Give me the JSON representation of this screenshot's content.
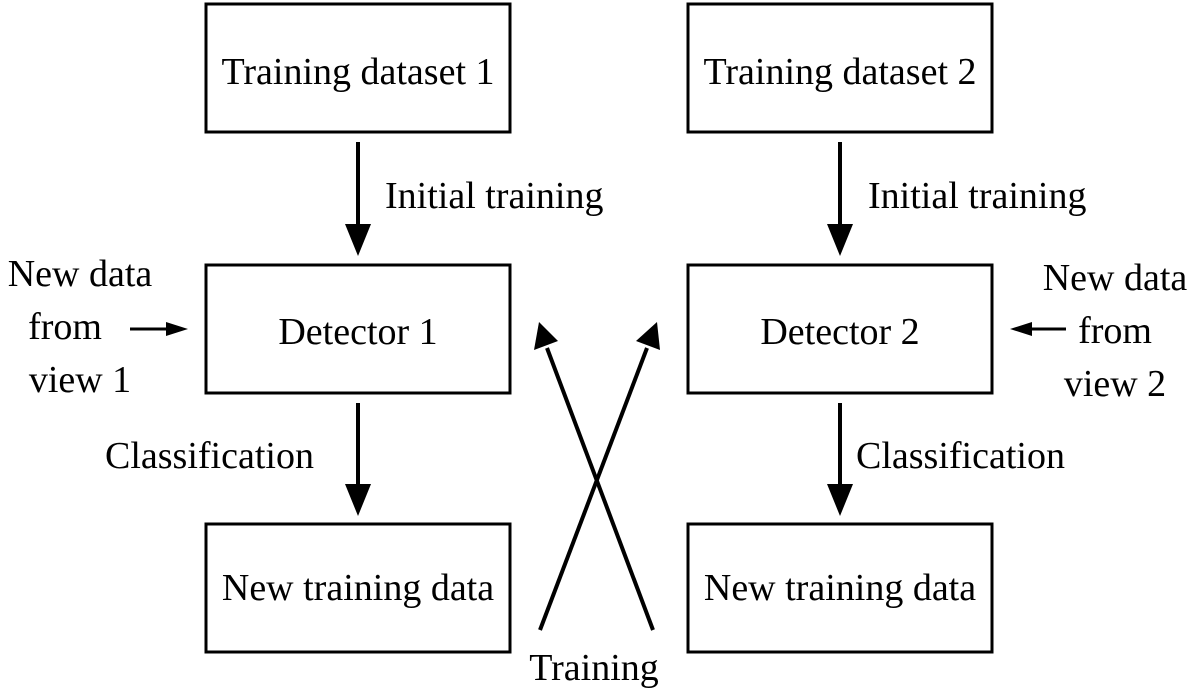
{
  "boxes": {
    "training_dataset_1": "Training dataset 1",
    "training_dataset_2": "Training dataset 2",
    "detector_1": "Detector 1",
    "detector_2": "Detector 2",
    "new_training_data_1": "New training data",
    "new_training_data_2": "New training data"
  },
  "edge_labels": {
    "initial_training_1": "Initial training",
    "initial_training_2": "Initial training",
    "classification_1": "Classification",
    "classification_2": "Classification",
    "training": "Training"
  },
  "inputs": {
    "view_1": [
      "New data",
      "from",
      "view 1"
    ],
    "view_2": [
      "New data",
      "from",
      "view 2"
    ]
  },
  "colors": {
    "stroke": "#000000",
    "background": "#ffffff"
  }
}
